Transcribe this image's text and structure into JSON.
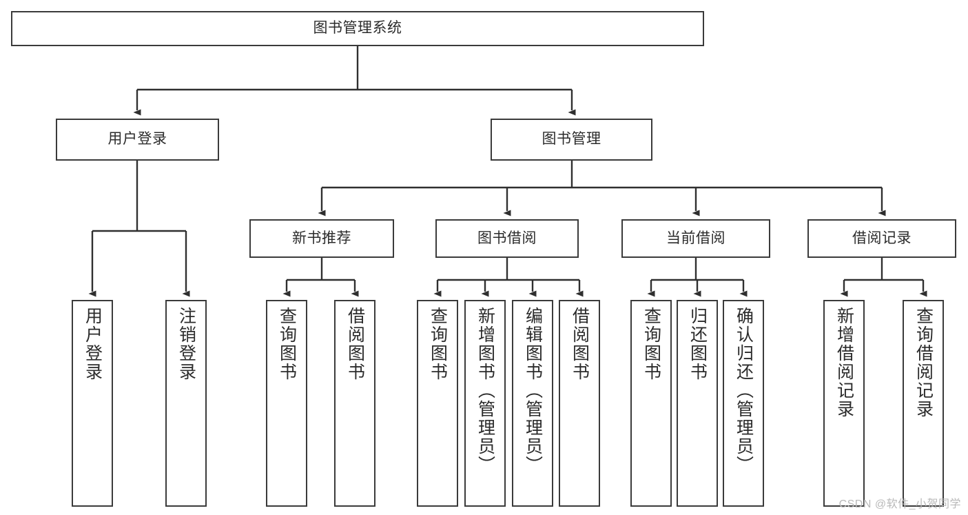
{
  "diagram": {
    "title": "图书管理系统",
    "type": "tree-hierarchy",
    "root": {
      "id": "root",
      "label": "图书管理系统"
    },
    "level2": [
      {
        "id": "user-login",
        "label": "用户登录"
      },
      {
        "id": "book-manage",
        "label": "图书管理"
      }
    ],
    "level3": [
      {
        "id": "new-book-rec",
        "label": "新书推荐"
      },
      {
        "id": "book-borrow",
        "label": "图书借阅"
      },
      {
        "id": "current-borrow",
        "label": "当前借阅"
      },
      {
        "id": "borrow-record",
        "label": "借阅记录"
      }
    ],
    "leaves": {
      "user_login": [
        {
          "id": "leaf-user-login",
          "label": "用户登录"
        },
        {
          "id": "leaf-logout-login",
          "label": "注销登录"
        }
      ],
      "new_book_rec": [
        {
          "id": "leaf-query-book-1",
          "label": "查询图书"
        },
        {
          "id": "leaf-borrow-book-1",
          "label": "借阅图书"
        }
      ],
      "book_borrow": [
        {
          "id": "leaf-query-book-2",
          "label": "查询图书"
        },
        {
          "id": "leaf-add-book",
          "label": "新增图书（管理员）"
        },
        {
          "id": "leaf-edit-book",
          "label": "编辑图书（管理员）"
        },
        {
          "id": "leaf-borrow-book-2",
          "label": "借阅图书"
        }
      ],
      "current_borrow": [
        {
          "id": "leaf-query-book-3",
          "label": "查询图书"
        },
        {
          "id": "leaf-return-book",
          "label": "归还图书"
        },
        {
          "id": "leaf-confirm-return",
          "label": "确认归还（管理员）"
        }
      ],
      "borrow_record": [
        {
          "id": "leaf-add-record",
          "label": "新增借阅记录"
        },
        {
          "id": "leaf-query-record",
          "label": "查询借阅记录"
        }
      ]
    }
  },
  "watermark": {
    "text": "CSDN @软件_小贺同学"
  },
  "colors": {
    "box_border": "#3a3a3a",
    "box_fill": "#ffffff",
    "line": "#2f2f2f",
    "text": "#2b2b2b",
    "watermark": "#b9b9b9",
    "background": "#ffffff"
  }
}
